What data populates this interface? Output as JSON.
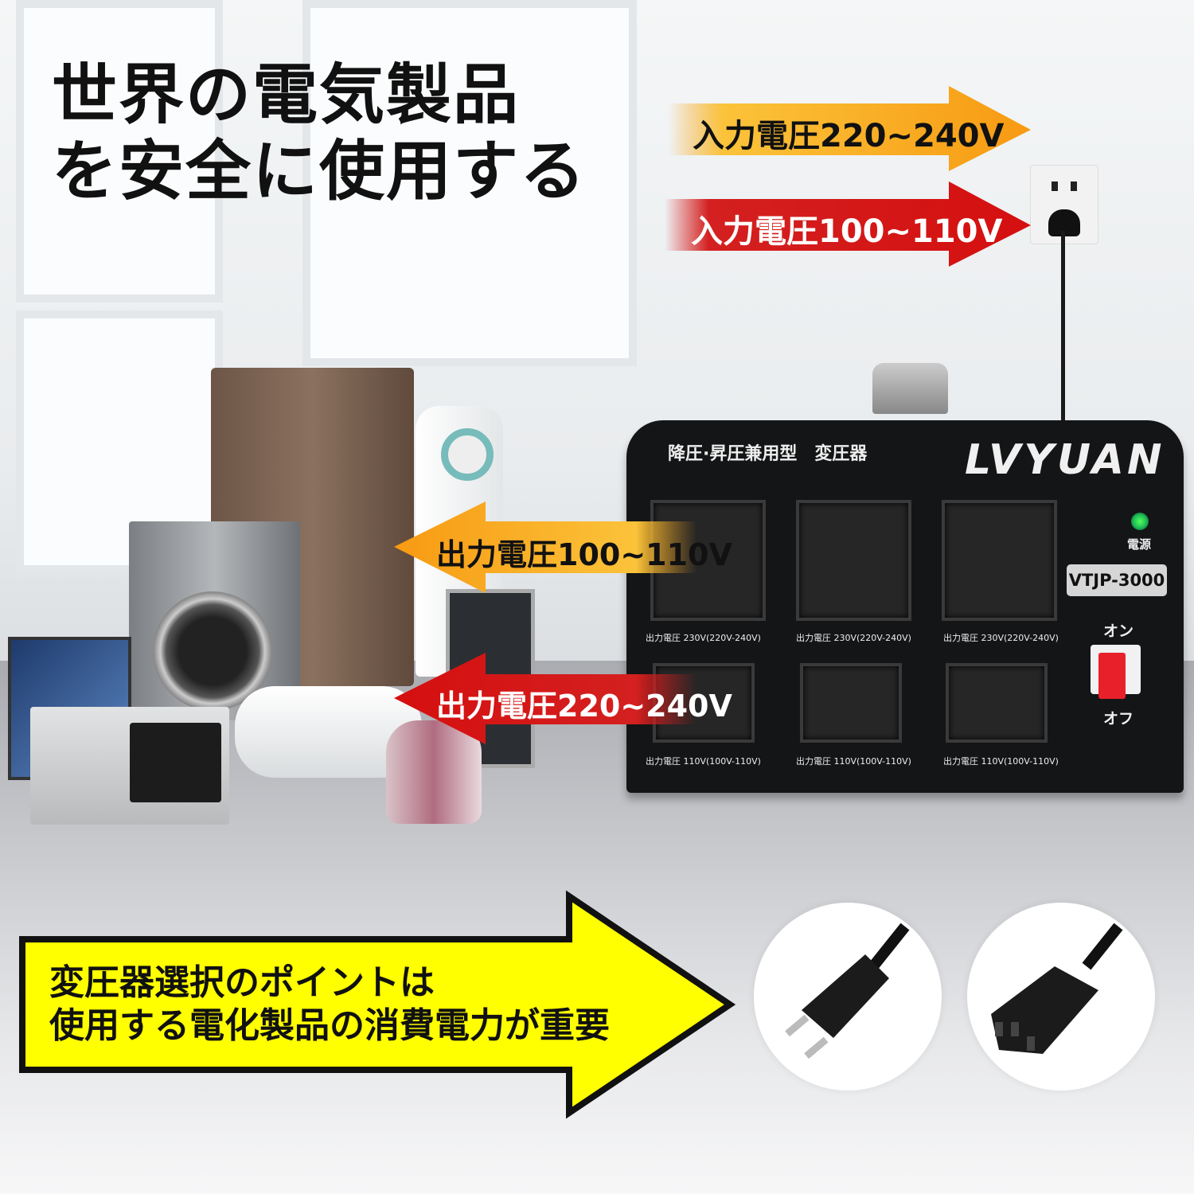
{
  "headline": {
    "line1": "世界の電気製品",
    "line2": "を安全に使用する"
  },
  "input_arrows": [
    {
      "label": "入力電圧220~240V",
      "color": "#f7a21b"
    },
    {
      "label": "入力電圧100~110V",
      "color": "#d71a1a"
    }
  ],
  "output_arrows": [
    {
      "label": "出力電圧100~110V",
      "color": "#f7a21b"
    },
    {
      "label": "出力電圧220~240V",
      "color": "#d71a1a"
    }
  ],
  "transformer": {
    "type_label": "降圧·昇圧兼用型　変圧器",
    "brand": "LVYUAN",
    "model": "VTJP-3000",
    "power_indicator": "電源",
    "switch_on": "オン",
    "switch_off": "オフ",
    "upper_sockets": [
      "出力電圧 230V(220V-240V)",
      "出力電圧 230V(220V-240V)",
      "出力電圧 230V(220V-240V)"
    ],
    "lower_sockets": [
      "出力電圧 110V(100V-110V)",
      "出力電圧 110V(100V-110V)",
      "出力電圧 110V(100V-110V)"
    ],
    "indicator_color": "#1fc05a",
    "switch_color": "#e8202a"
  },
  "callout": {
    "line1": "変圧器選択のポイントは",
    "line2": "使用する電化製品の消費電力が重要",
    "color": "#ffff00"
  },
  "plugs": [
    "plug-type-a-icon",
    "iec-c13-connector-icon"
  ]
}
